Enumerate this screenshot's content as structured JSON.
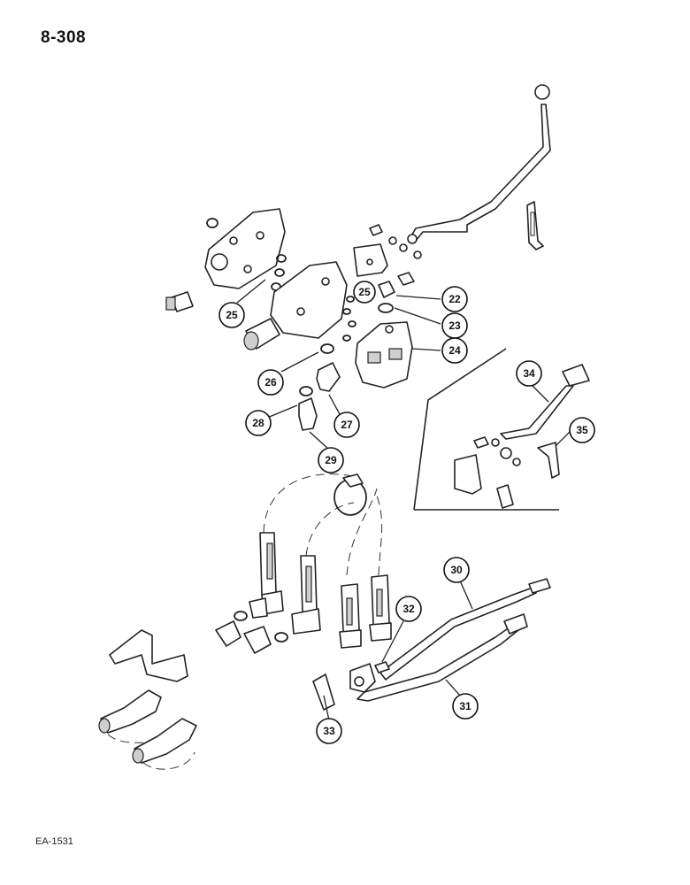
{
  "page": {
    "number": "8-308",
    "figure_code": "EA-1531"
  },
  "callouts": [
    {
      "id": "c22",
      "label": "22"
    },
    {
      "id": "c23",
      "label": "23"
    },
    {
      "id": "c24",
      "label": "24"
    },
    {
      "id": "c25a",
      "label": "25"
    },
    {
      "id": "c25b",
      "label": "25"
    },
    {
      "id": "c26",
      "label": "26"
    },
    {
      "id": "c27",
      "label": "27"
    },
    {
      "id": "c28",
      "label": "28"
    },
    {
      "id": "c29",
      "label": "29"
    },
    {
      "id": "c30",
      "label": "30"
    },
    {
      "id": "c31",
      "label": "31"
    },
    {
      "id": "c32",
      "label": "32"
    },
    {
      "id": "c33",
      "label": "33"
    },
    {
      "id": "c34",
      "label": "34"
    },
    {
      "id": "c35",
      "label": "35"
    }
  ]
}
